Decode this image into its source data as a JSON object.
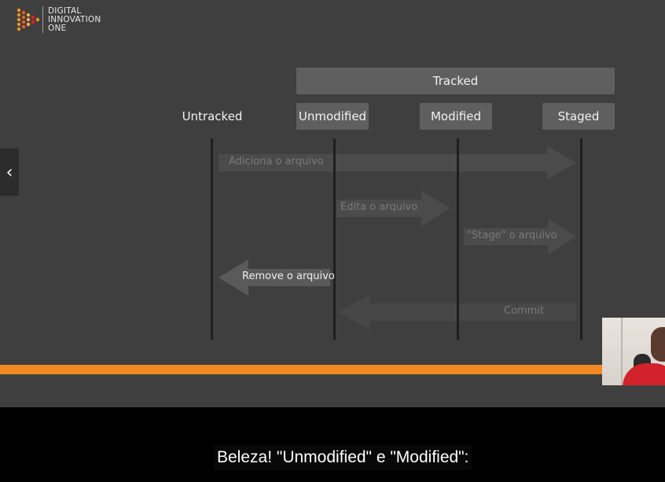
{
  "logo": {
    "line1": "DIGITAL",
    "line2": "INNOVATION",
    "line3": "ONE"
  },
  "diagram": {
    "tracked_label": "Tracked",
    "states": {
      "untracked": "Untracked",
      "unmodified": "Unmodified",
      "modified": "Modified",
      "staged": "Staged"
    },
    "actions": {
      "add": "Adiciona o arquivo",
      "edit": "Edita o arquivo",
      "stage": "\"Stage\" o arquivo",
      "remove": "Remove o arquivo",
      "commit": "Commit"
    }
  },
  "player": {
    "prev_icon": "chevron-left-icon",
    "progress_fraction": 0.91,
    "progress_color": "#f2891e"
  },
  "caption": {
    "text": "Beleza! \"Unmodified\" e \"Modified\":"
  }
}
